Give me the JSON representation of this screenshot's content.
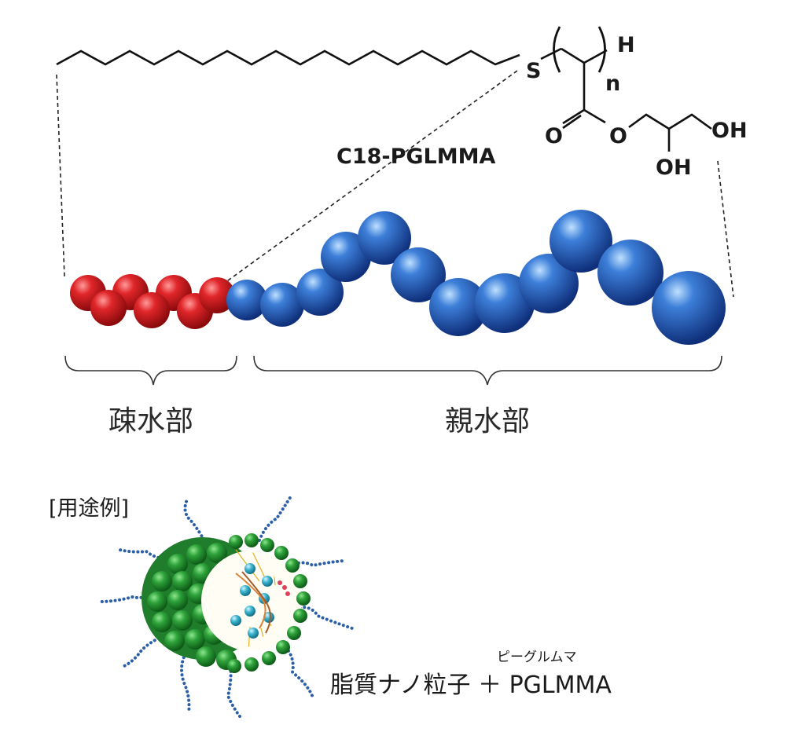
{
  "chemistry": {
    "sulfur": "S",
    "hydrogen": "H",
    "repeat_n": "n",
    "carbonyl_oxygen": "O",
    "ester_oxygen": "O",
    "hydroxyl_terminal": "OH",
    "hydroxyl_secondary": "OH"
  },
  "polymer_name": "C18-PGLMMA",
  "regions": {
    "hydrophobic": "疎水部",
    "hydrophilic": "親水部"
  },
  "example": {
    "heading": "[用途例]",
    "caption_main": "脂質ナノ粒子 ＋ PGLMMA",
    "caption_ruby": "ピーグルムマ"
  },
  "colors": {
    "hydrophobic_bead": "#c41418",
    "hydrophilic_bead": "#1f55b8",
    "lipid_shell": "#2e9c3a",
    "peg_chain": "#2b5fa8",
    "core_particle": "#3ab4cf"
  }
}
